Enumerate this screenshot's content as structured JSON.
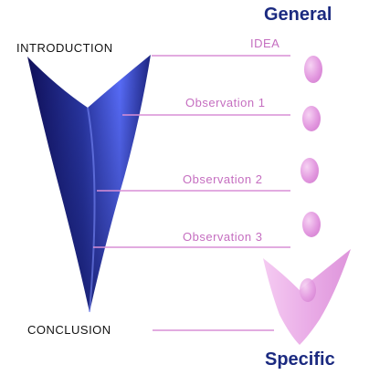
{
  "diagram": {
    "general_label": "General",
    "specific_label": "Specific",
    "introduction_label": "INTRODUCTION",
    "conclusion_label": "CONCLUSION",
    "idea_label": "IDEA",
    "observations": [
      "Observation 1",
      "Observation 2",
      "Observation 3"
    ],
    "colors": {
      "funnel_dark": "#10105a",
      "funnel_mid": "#2c3aa8",
      "funnel_light": "#5b70ff",
      "pink": "#e39ae0",
      "pink_light": "#f6d3f3",
      "line_pink": "#d98fd6",
      "heading_blue": "#1b2a80"
    }
  }
}
